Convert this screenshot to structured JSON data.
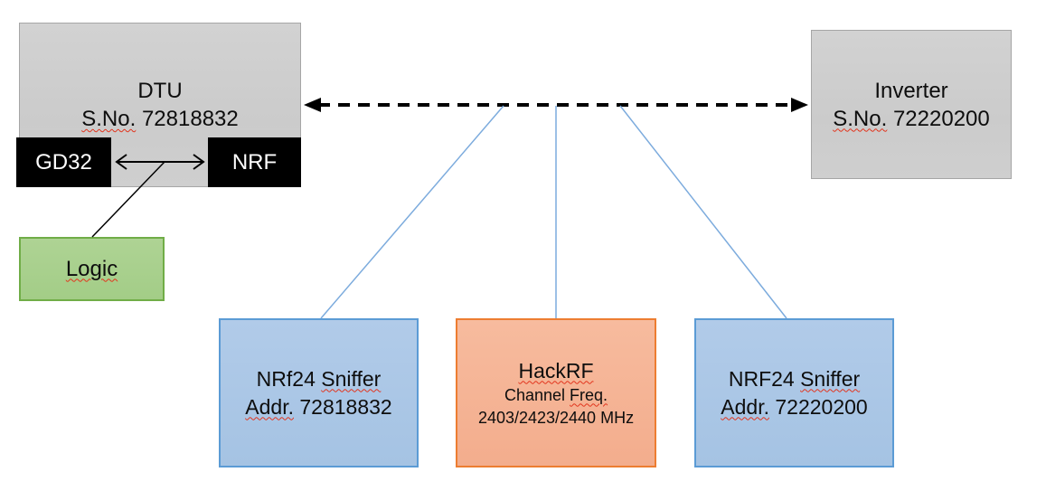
{
  "colors": {
    "box_gray_fill": "#cdcdcd",
    "box_gray_border": "#a6a6a6",
    "chip_black": "#000000",
    "chip_text": "#ffffff",
    "logic_green_fill": "#a9d18e",
    "logic_green_border": "#70ad47",
    "sniffer_blue_fill": "#abc7e6",
    "sniffer_blue_border": "#5b9bd5",
    "hackrf_orange_fill": "#f5b295",
    "hackrf_orange_border": "#ed7d31",
    "connector_blue": "#7cabdd",
    "arrow_black": "#000000",
    "squiggle_red": "#e2341d"
  },
  "dtu": {
    "title": "DTU",
    "serial_label": "S.No.",
    "serial_number": "72818832",
    "gd32_label": "GD32",
    "nrf_label": "NRF"
  },
  "inverter": {
    "title": "Inverter",
    "serial_label": "S.No.",
    "serial_number": "72220200"
  },
  "logic": {
    "label": "Logic"
  },
  "sniffer_left": {
    "model": "NRf24",
    "type_word": "Sniffer",
    "addr_label": "Addr.",
    "address": "72818832"
  },
  "hackrf": {
    "title": "HackRF",
    "channel_word": "Channel",
    "freq_word": "Freq.",
    "frequencies": "2403/2423/2440 MHz"
  },
  "sniffer_right": {
    "model": "NRF24",
    "type_word": "Sniffer",
    "addr_label": "Addr.",
    "address": "72220200"
  }
}
